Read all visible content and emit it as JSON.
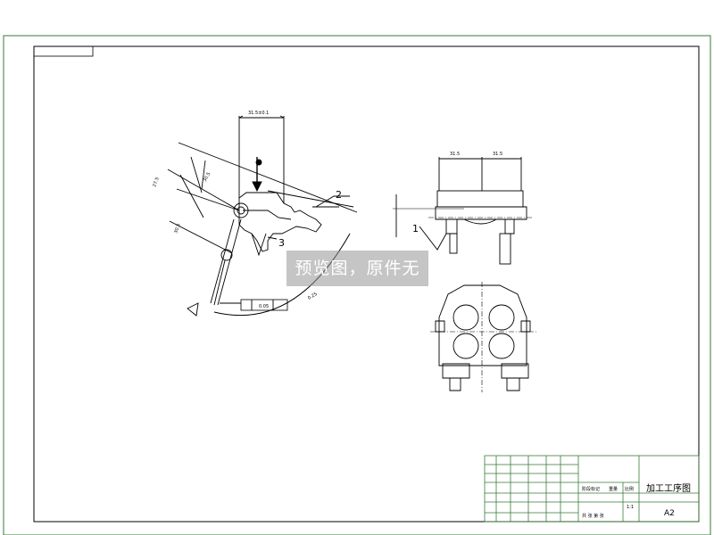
{
  "colors": {
    "frame": "#3a7a3a",
    "line": "#000000",
    "dim": "#000000",
    "watermark_bg": "#969696"
  },
  "drawing": {
    "callouts": [
      "1",
      "2",
      "3"
    ],
    "dims": {
      "top": "31.5±0.1",
      "side_left": "31.5",
      "side_right": "31.5",
      "diag_long": "27.5",
      "diag_mid": "30.5",
      "small_a": "30.5",
      "small_b": "0.25",
      "tol_box": "0.05"
    }
  },
  "title_block": {
    "name": "加工工序图",
    "sheet": "A2",
    "scale": "1:1",
    "weight_label": "重量",
    "ratio_label": "比例",
    "stage_label": "阶段标记",
    "sheet_label": "共 张 第 张"
  },
  "watermark": "预览图，原件无水印"
}
